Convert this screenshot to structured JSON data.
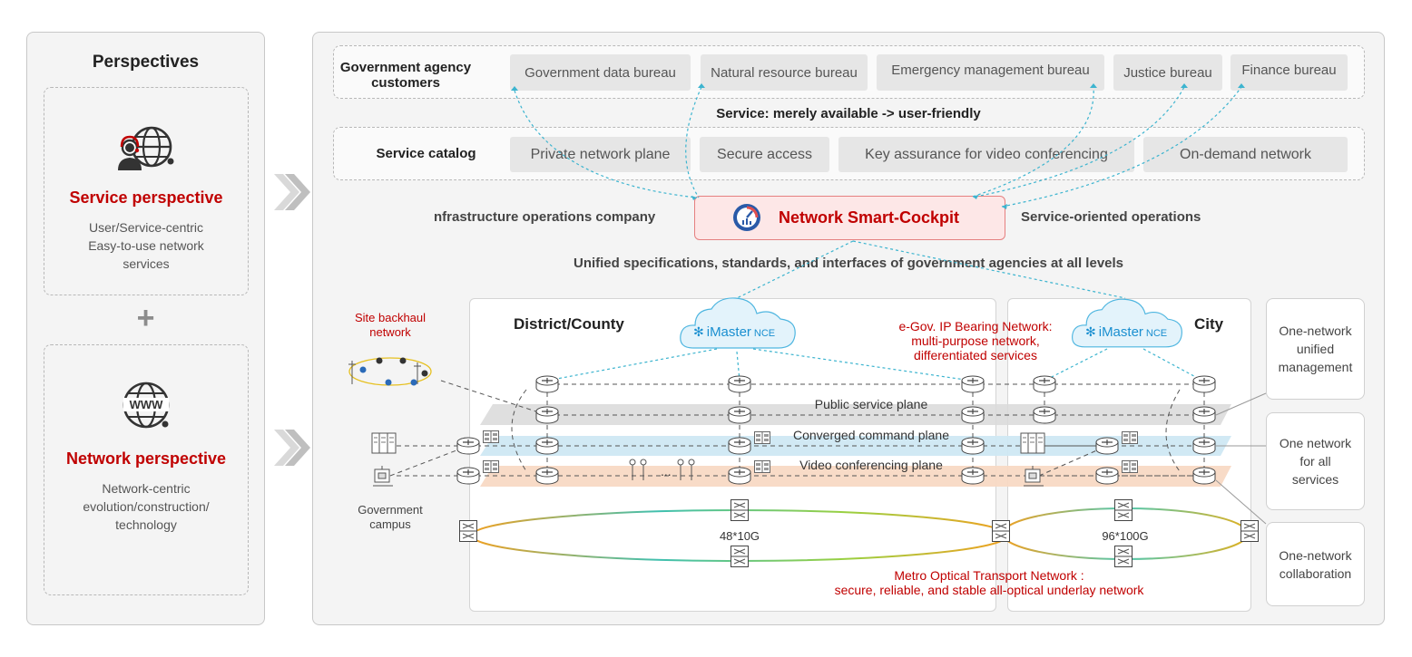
{
  "perspectives": {
    "title": "Perspectives",
    "service": {
      "title": "Service perspective",
      "line1": "User/Service-centric",
      "line2": "Easy-to-use network",
      "line3": "services",
      "icon": "customer-service-globe-icon"
    },
    "plus": "+",
    "network": {
      "title": "Network perspective",
      "line1": "Network-centric",
      "line2": "evolution/construction/",
      "line3": "technology",
      "icon": "www-globe-icon"
    }
  },
  "customers": {
    "label_line1": "Government agency",
    "label_line2": "customers",
    "items": [
      "Government data bureau",
      "Natural resource bureau",
      "Emergency management bureau",
      "Justice bureau",
      "Finance bureau"
    ]
  },
  "service_transition": "Service: merely available -> user-friendly",
  "catalog": {
    "label": "Service catalog",
    "items": [
      "Private network plane",
      "Secure access",
      "Key assurance for video conferencing",
      "On-demand network"
    ]
  },
  "cockpit": {
    "left": "nfrastructure operations company",
    "title": "Network Smart-Cockpit",
    "right": "Service-oriented operations"
  },
  "unified": "Unified specifications, standards, and interfaces of government agencies at all levels",
  "network": {
    "site_backhaul_line1": "Site backhaul",
    "site_backhaul_line2": "network",
    "district": "District/County",
    "city": "City",
    "imaster_brand": "iMaster",
    "imaster_suffix": "NCE",
    "egov_line1": "e-Gov. IP Bearing Network:",
    "egov_line2": "multi-purpose network,",
    "egov_line3": "differentiated services",
    "plane_public": "Public service plane",
    "plane_command": "Converged command plane",
    "plane_video": "Video conferencing plane",
    "campus_line1": "Government",
    "campus_line2": "campus",
    "ring_district": "48*10G",
    "ring_city": "96*100G",
    "ellipsis": "...",
    "otn_line1": "Metro Optical Transport Network :",
    "otn_line2": "secure, reliable, and stable all-optical underlay network"
  },
  "side": {
    "mgmt": [
      "One-network",
      "unified",
      "management"
    ],
    "services": [
      "One network",
      "for all",
      "services"
    ],
    "collab": [
      "One-network",
      "collaboration"
    ]
  },
  "colors": {
    "accent_red": "#c00000",
    "public_plane": "#d9d9d9",
    "command_plane": "#cfe8f3",
    "video_plane": "#f8d9c4",
    "link_cyan": "#3cb4cf"
  }
}
